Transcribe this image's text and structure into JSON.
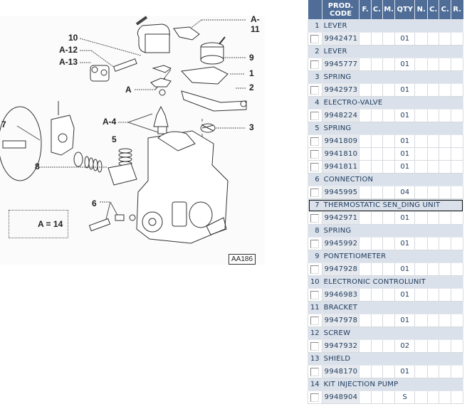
{
  "diagram": {
    "callouts": {
      "a11": "A-11",
      "c10": "10",
      "a12": "A-12",
      "a13": "A-13",
      "c9": "9",
      "c1": "1",
      "a": "A",
      "c2": "2",
      "a4": "A-4",
      "c3": "3",
      "c7": "7",
      "c5": "5",
      "c8": "8",
      "c6": "6"
    },
    "legend": "A = 14",
    "reference": "AA186"
  },
  "table": {
    "headers": [
      "",
      "PROD. CODE",
      "F.",
      "C.",
      "M.",
      "QTY",
      "N.",
      "C.",
      "C.",
      "R."
    ],
    "groups": [
      {
        "num": "1",
        "desc": "LEVER",
        "rows": [
          {
            "code": "9942471",
            "qty": "01"
          }
        ]
      },
      {
        "num": "2",
        "desc": "LEVER",
        "rows": [
          {
            "code": "9945777",
            "qty": "01"
          }
        ]
      },
      {
        "num": "3",
        "desc": "SPRING",
        "rows": [
          {
            "code": "9942973",
            "qty": "01"
          }
        ]
      },
      {
        "num": "4",
        "desc": "ELECTRO-VALVE",
        "rows": [
          {
            "code": "9948224",
            "qty": "01"
          }
        ]
      },
      {
        "num": "5",
        "desc": "SPRING",
        "rows": [
          {
            "code": "9941809",
            "qty": "01"
          },
          {
            "code": "9941810",
            "qty": "01"
          },
          {
            "code": "9941811",
            "qty": "01"
          }
        ]
      },
      {
        "num": "6",
        "desc": "CONNECTION",
        "rows": [
          {
            "code": "9945995",
            "qty": "04"
          }
        ]
      },
      {
        "num": "7",
        "desc": "THERMOSTATIC SEN_DING UNIT",
        "rows": [
          {
            "code": "9942971",
            "qty": "01"
          }
        ]
      },
      {
        "num": "8",
        "desc": "SPRING",
        "rows": [
          {
            "code": "9945992",
            "qty": "01"
          }
        ]
      },
      {
        "num": "9",
        "desc": "PONTETIOMETER",
        "rows": [
          {
            "code": "9947928",
            "qty": "01"
          }
        ]
      },
      {
        "num": "10",
        "desc": "ELECTRONIC CONTROLUNIT",
        "rows": [
          {
            "code": "9946983",
            "qty": "01"
          }
        ]
      },
      {
        "num": "11",
        "desc": "BRACKET",
        "rows": [
          {
            "code": "9947978",
            "qty": "01"
          }
        ]
      },
      {
        "num": "12",
        "desc": "SCREW",
        "rows": [
          {
            "code": "9947932",
            "qty": "02"
          }
        ]
      },
      {
        "num": "13",
        "desc": "SHIELD",
        "rows": [
          {
            "code": "9948170",
            "qty": "01"
          }
        ]
      },
      {
        "num": "14",
        "desc": "KIT INJECTION PUMP",
        "rows": [
          {
            "code": "9948904",
            "qty": "S"
          }
        ]
      }
    ]
  },
  "colors": {
    "header_bg": "#4f6d97",
    "group_bg": "#dbe1ea",
    "text": "#1d3a5c"
  }
}
